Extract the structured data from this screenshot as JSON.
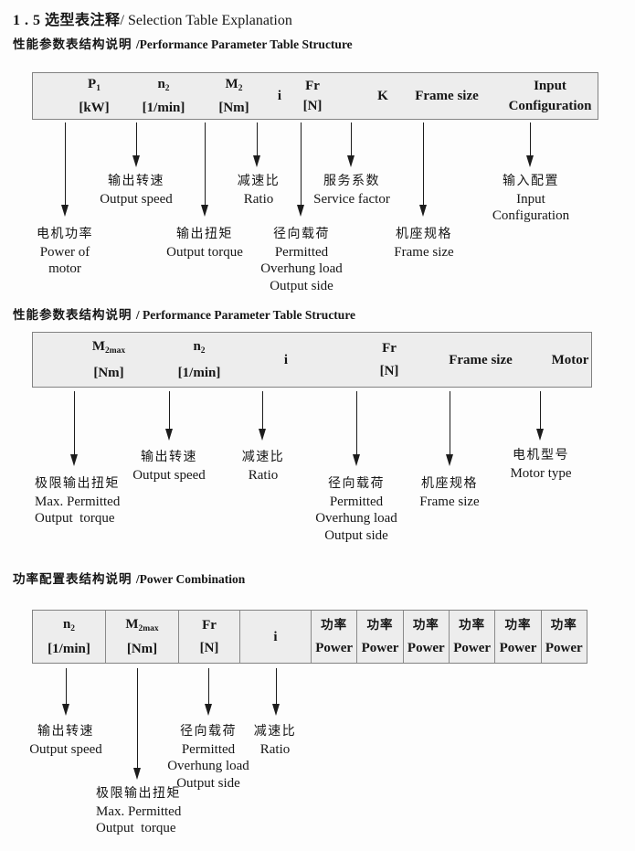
{
  "title": {
    "zh": "1 . 5 选型表注释",
    "en": "/ Selection Table Explanation"
  },
  "s1": {
    "heading_zh": "性能参数表结构说明 ",
    "heading_en": "/Performance Parameter Table Structure",
    "cells": [
      {
        "l1": "P",
        "sub": "1",
        "l2": "[kW]"
      },
      {
        "l1": "n",
        "sub": "2",
        "l2": "[1/min]"
      },
      {
        "l1": "M",
        "sub": "2",
        "l2": "[Nm]"
      },
      {
        "l1": "i"
      },
      {
        "l1": "Fr",
        "l2": "[N]"
      },
      {
        "l1": "K"
      },
      {
        "l1": "Frame size"
      },
      {
        "l1": "Input",
        "l2": "Configuration"
      }
    ],
    "callouts": {
      "power_of_motor": [
        "电机功率",
        "Power of",
        "motor"
      ],
      "output_speed": [
        "输出转速",
        "Output speed"
      ],
      "output_torque": [
        "输出扭矩",
        "Output torque"
      ],
      "ratio": [
        "减速比",
        "Ratio"
      ],
      "overhung_load": [
        "径向载荷",
        "Permitted",
        "Overhung load",
        "Output side"
      ],
      "service_factor": [
        "服务系数",
        "Service factor"
      ],
      "frame_size": [
        "机座规格",
        "Frame size"
      ],
      "input_configuration": [
        "输入配置",
        "Input",
        "Configuration"
      ]
    }
  },
  "s2": {
    "heading_zh": "性能参数表结构说明 ",
    "heading_en": "/ Performance Parameter Table Structure",
    "cells": [
      {
        "l1": "M",
        "sub": "2max",
        "l2": "[Nm]"
      },
      {
        "l1": "n",
        "sub": "2",
        "l2": "[1/min]"
      },
      {
        "l1": "i"
      },
      {
        "l1": "Fr",
        "l2": "[N]"
      },
      {
        "l1": "Frame size"
      },
      {
        "l1": "Motor"
      }
    ],
    "callouts": {
      "max_output_torque": [
        "极限输出扭矩",
        "Max. Permitted",
        "Output  torque"
      ],
      "output_speed": [
        "输出转速",
        "Output speed"
      ],
      "ratio": [
        "减速比",
        "Ratio"
      ],
      "overhung_load": [
        "径向载荷",
        "Permitted",
        "Overhung load",
        "Output side"
      ],
      "frame_size": [
        "机座规格",
        "Frame size"
      ],
      "motor_type": [
        "电机型号",
        "Motor type"
      ]
    }
  },
  "s3": {
    "heading_zh": "功率配置表结构说明 ",
    "heading_en": "/Power Combination",
    "cells": [
      {
        "l1": "n",
        "sub": "2",
        "l2": "[1/min]"
      },
      {
        "l1": "M",
        "sub": "2max",
        "l2": "[Nm]"
      },
      {
        "l1": "Fr",
        "l2": "[N]"
      },
      {
        "l1": "i"
      }
    ],
    "power": {
      "zh": "功率",
      "en": "Power"
    },
    "callouts": {
      "output_speed": [
        "输出转速",
        "Output speed"
      ],
      "max_output_torque": [
        "极限输出扭矩",
        "Max. Permitted",
        "Output  torque"
      ],
      "overhung_load": [
        "径向载荷",
        "Permitted",
        "Overhung load",
        "Output side"
      ],
      "ratio": [
        "减速比",
        "Ratio"
      ]
    }
  }
}
